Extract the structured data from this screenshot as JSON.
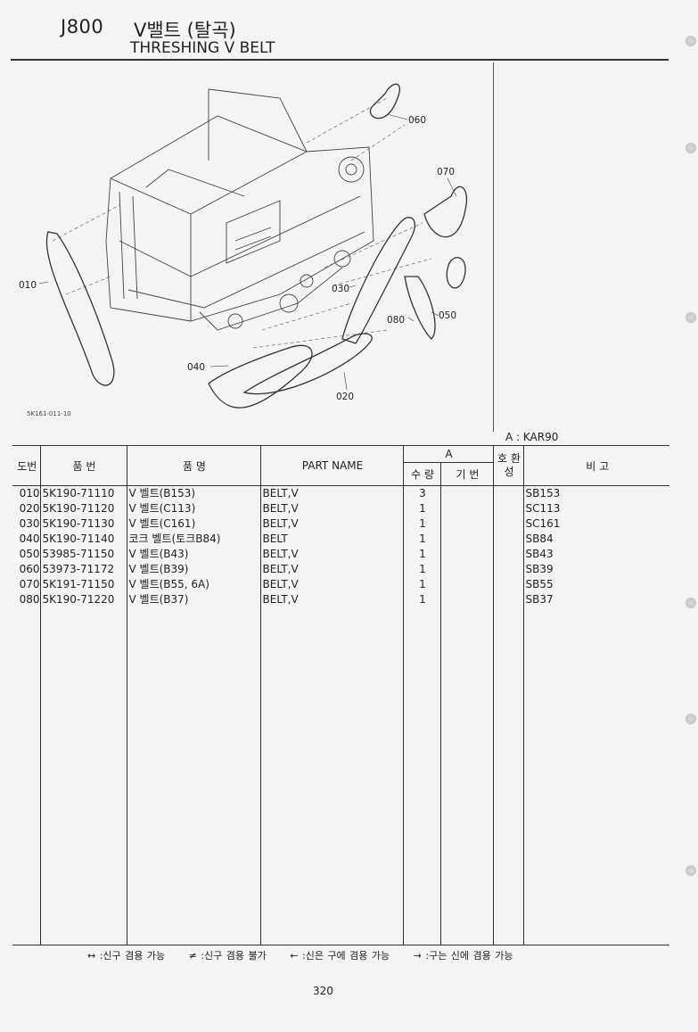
{
  "header": {
    "code": "J800",
    "title_ko": "V밸트 (탈곡)",
    "title_en": "THRESHING V BELT"
  },
  "diagram": {
    "callouts": [
      "060",
      "070",
      "010",
      "030",
      "050",
      "080",
      "040",
      "020"
    ],
    "figure_code": "5K161-011-10"
  },
  "model_note": "A : KAR90",
  "table": {
    "headers": {
      "no": "도번",
      "part_no": "품 번",
      "name_ko": "품 명",
      "part_name": "PART NAME",
      "group_a": "A",
      "qty": "수 량",
      "base": "기 번",
      "interchange": "호 환 성",
      "remarks": "비 고"
    },
    "rows": [
      {
        "no": "010",
        "part_no": "5K190-71110",
        "name_ko": "V 벨트(B153)",
        "part_name": "BELT,V",
        "qty": "3",
        "base": "",
        "inter": "",
        "remarks": "SB153"
      },
      {
        "no": "020",
        "part_no": "5K190-71120",
        "name_ko": "V 벨트(C113)",
        "part_name": "BELT,V",
        "qty": "1",
        "base": "",
        "inter": "",
        "remarks": "SC113"
      },
      {
        "no": "030",
        "part_no": "5K190-71130",
        "name_ko": "V 벨트(C161)",
        "part_name": "BELT,V",
        "qty": "1",
        "base": "",
        "inter": "",
        "remarks": "SC161"
      },
      {
        "no": "040",
        "part_no": "5K190-71140",
        "name_ko": "코크 벨트(토크B84)",
        "part_name": "BELT",
        "qty": "1",
        "base": "",
        "inter": "",
        "remarks": "SB84"
      },
      {
        "no": "050",
        "part_no": "53985-71150",
        "name_ko": "V 벨트(B43)",
        "part_name": "BELT,V",
        "qty": "1",
        "base": "",
        "inter": "",
        "remarks": "SB43"
      },
      {
        "no": "060",
        "part_no": "53973-71172",
        "name_ko": "V 벨트(B39)",
        "part_name": "BELT,V",
        "qty": "1",
        "base": "",
        "inter": "",
        "remarks": "SB39"
      },
      {
        "no": "070",
        "part_no": "5K191-71150",
        "name_ko": "V 벨트(B55, 6A)",
        "part_name": "BELT,V",
        "qty": "1",
        "base": "",
        "inter": "",
        "remarks": "SB55"
      },
      {
        "no": "080",
        "part_no": "5K190-71220",
        "name_ko": "V 벨트(B37)",
        "part_name": "BELT,V",
        "qty": "1",
        "base": "",
        "inter": "",
        "remarks": "SB37"
      }
    ]
  },
  "legend": [
    "↔ :신구 겸용 가능",
    "≠ :신구 겸용 불가",
    "← :신은 구에 겸용 가능",
    "→ :구는 신에 겸용 가능"
  ],
  "page_number": "320"
}
